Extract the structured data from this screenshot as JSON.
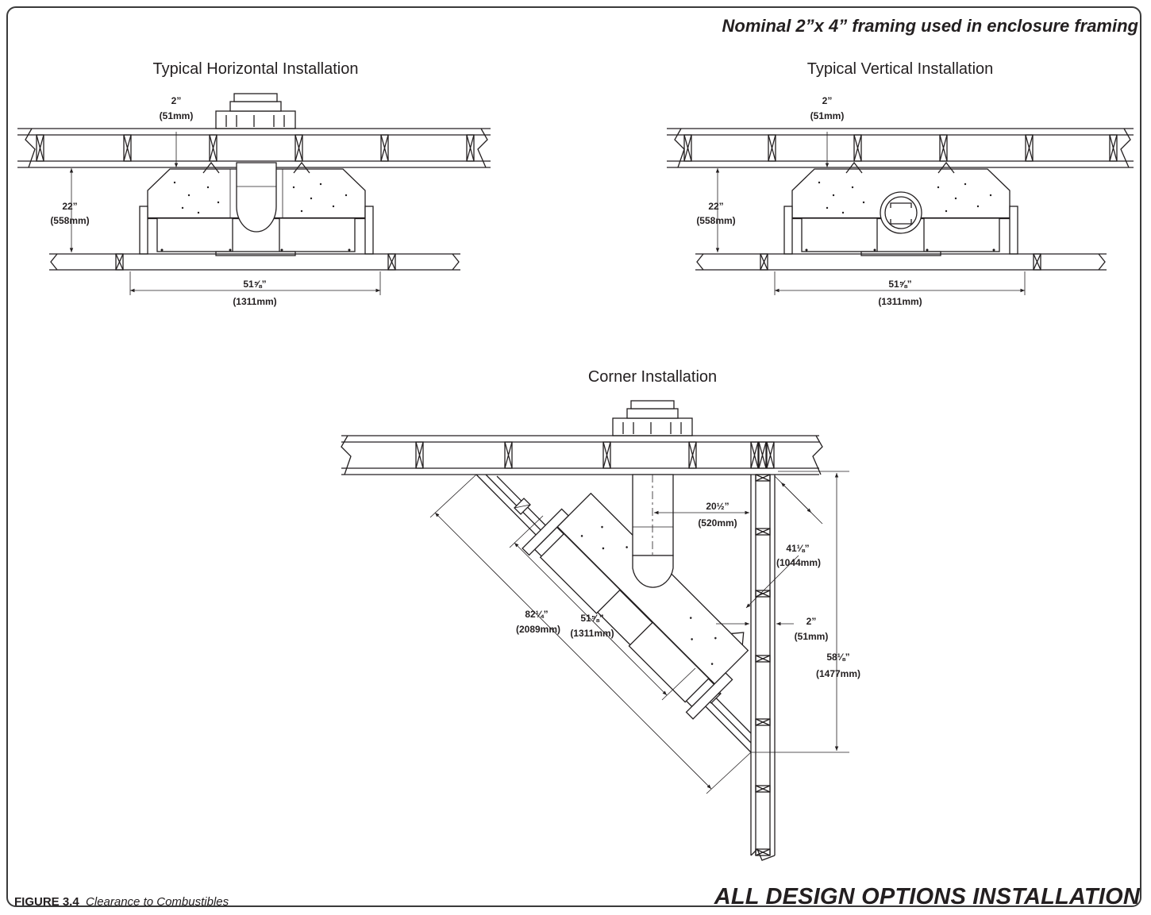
{
  "header": {
    "framing_note": "Nominal 2”x 4” framing used in enclosure framing"
  },
  "panels": {
    "horizontal": {
      "title": "Typical Horizontal Installation",
      "dim_top": "2”",
      "dim_top_mm": "(51mm)",
      "dim_height": "22”",
      "dim_height_mm": "(558mm)",
      "dim_width": "51⅝”",
      "dim_width_mm": "(1311mm)"
    },
    "vertical": {
      "title": "Typical Vertical Installation",
      "dim_top": "2”",
      "dim_top_mm": "(51mm)",
      "dim_height": "22”",
      "dim_height_mm": "(558mm)",
      "dim_width": "51⅝”",
      "dim_width_mm": "(1311mm)"
    },
    "corner": {
      "title": "Corner Installation",
      "dim_flue": "20½”",
      "dim_flue_mm": "(520mm)",
      "dim_depth": "41⅛”",
      "dim_depth_mm": "(1044mm)",
      "dim_side": "2”",
      "dim_side_mm": "(51mm)",
      "dim_wall": "58⅛”",
      "dim_wall_mm": "(1477mm)",
      "dim_outer": "82¼”",
      "dim_outer_mm": "(2089mm)",
      "dim_inner": "51⅝”",
      "dim_inner_mm": "(1311mm)"
    }
  },
  "footer": {
    "figure_number": "FIGURE 3.4",
    "figure_caption": "Clearance to Combustibles",
    "design_options": "ALL DESIGN OPTIONS INSTALLATION"
  }
}
